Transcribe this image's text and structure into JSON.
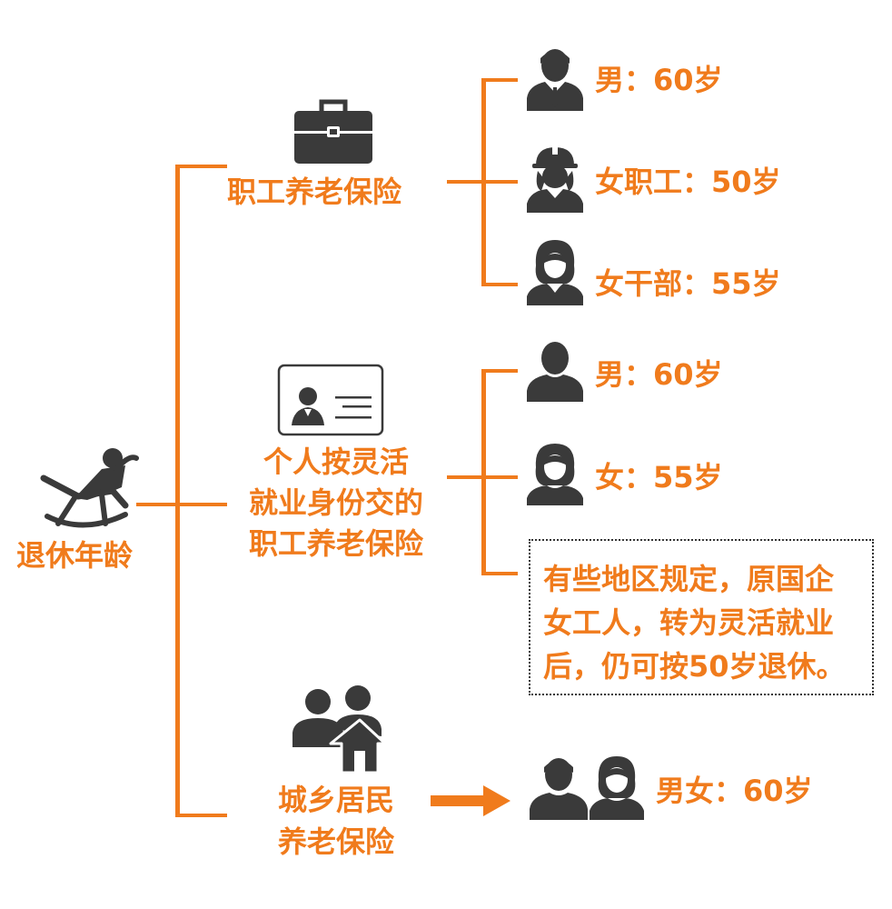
{
  "root": {
    "label": "退休年龄",
    "icon": "rocking-chair-icon"
  },
  "branches": [
    {
      "label": "职工养老保险",
      "icon": "briefcase-icon",
      "items": [
        {
          "icon": "man-in-suit-icon",
          "text": "男：60岁"
        },
        {
          "icon": "woman-hardhat-icon",
          "text": "女职工：50岁"
        },
        {
          "icon": "woman-cadre-icon",
          "text": "女干部：55岁"
        }
      ]
    },
    {
      "label_lines": [
        "个人按灵活",
        "就业身份交的",
        "职工养老保险"
      ],
      "icon": "id-card-icon",
      "items": [
        {
          "icon": "man-icon",
          "text": "男：60岁"
        },
        {
          "icon": "woman-icon",
          "text": "女：55岁"
        }
      ],
      "note_lines": [
        "有些地区规定，原国企",
        "女工人，转为灵活就业",
        "后，仍可按50岁退休。"
      ]
    },
    {
      "label_lines": [
        "城乡居民",
        "养老保险"
      ],
      "icon": "family-house-icon",
      "arrow_icon": "arrow-right-icon",
      "items": [
        {
          "icon": "couple-icon",
          "text": "男女：60岁"
        }
      ]
    }
  ],
  "colors": {
    "accent": "#f07b1c",
    "icon": "#3a3a3a"
  }
}
